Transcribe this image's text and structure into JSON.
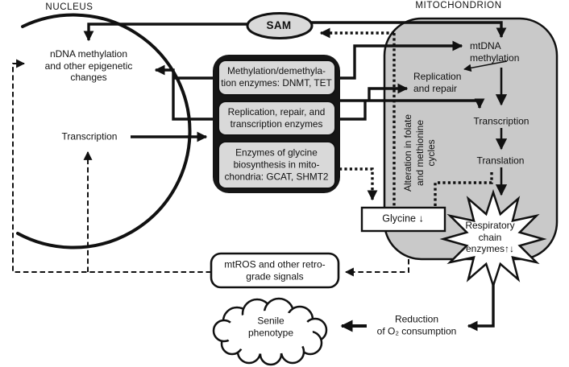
{
  "titles": {
    "nucleus": "NUCLEUS",
    "mitochondrion": "MITOCHONDRION"
  },
  "nodes": {
    "sam": "SAM",
    "ndna_methylation": "nDNA methylation\nand other epigenetic\nchanges",
    "transcription_nucleus": "Transcription",
    "enzyme_box_methylation": "Methylation/demethyla-\ntion enzymes: DNMT, TET",
    "enzyme_box_replication": "Replication, repair, and\ntranscription enzymes",
    "enzyme_box_glycine": "Enzymes of glycine\nbiosynthesis in mito-\nchondria: GCAT, SHMT2",
    "mtdna_methylation": "mtDNA\nmethylation",
    "replication_and_repair": "Replication\nand repair",
    "transcription_mito": "Transcription",
    "translation": "Translation",
    "folate_cycles": "Alteration in folate\nand methionine\ncycles",
    "glycine": "Glycine ↓",
    "respiratory_chain": "Respiratory\nchain\nenzymes↑↓",
    "mtros": "mtROS and other retro-\ngrade signals",
    "senile_phenotype": "Senile\nphenotype",
    "reduction_o2": "Reduction\nof O₂ consumption"
  },
  "colors": {
    "ink": "#111111",
    "organelle_fill": "#c9c9c9",
    "box_fill": "#d9d9d9",
    "container_fill": "#161616",
    "white": "#ffffff"
  }
}
